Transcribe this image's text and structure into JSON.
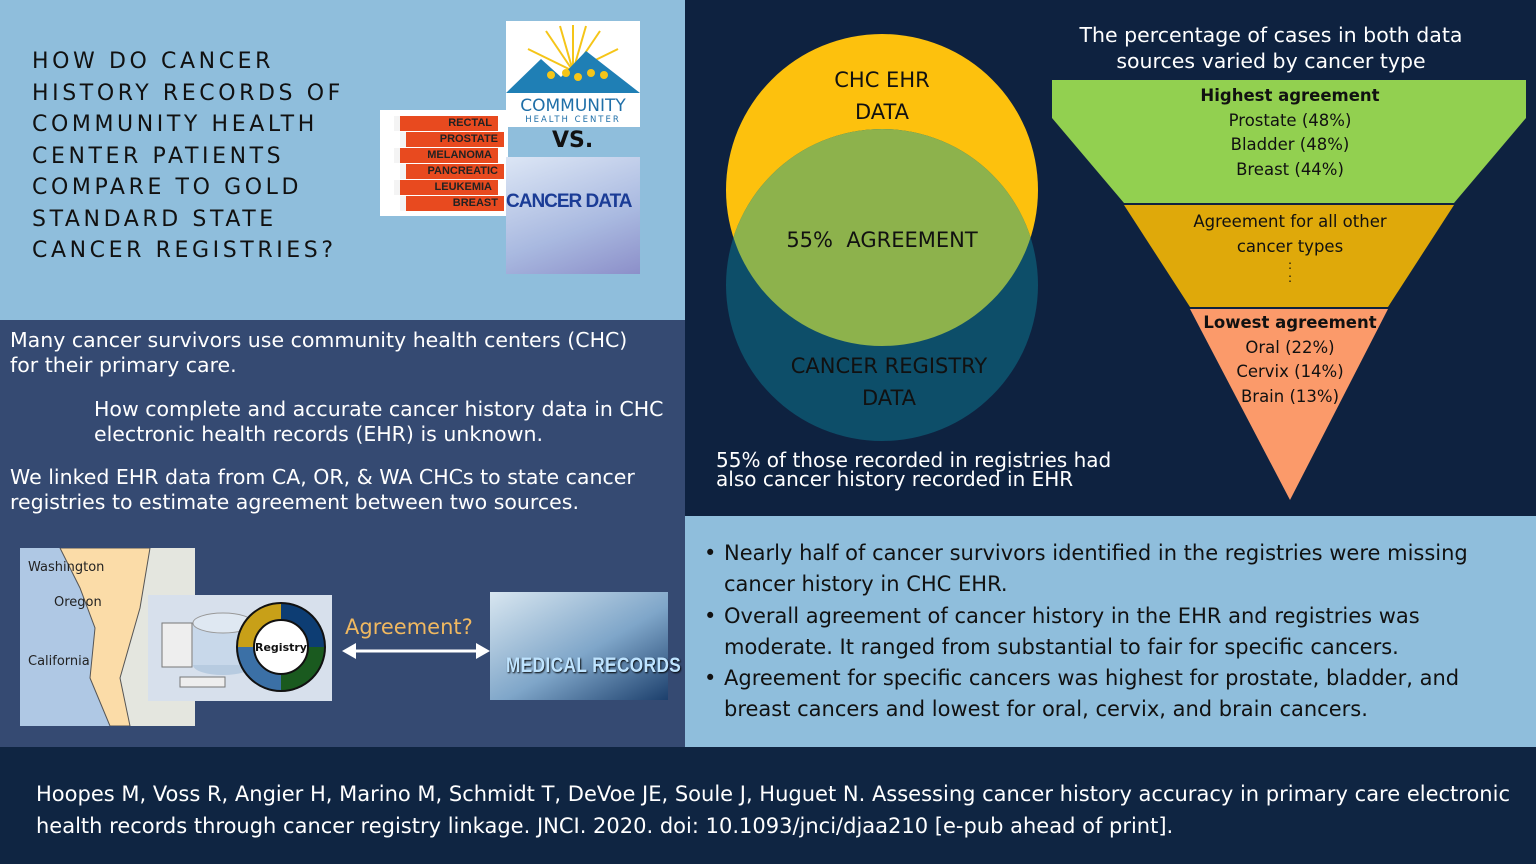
{
  "title": "How do cancer history records of community health center patients compare to gold standard state cancer registries?",
  "images": {
    "books": [
      "RECTAL",
      "PROSTATE",
      "MELANOMA",
      "PANCREATIC",
      "LEUKEMIA",
      "BREAST"
    ],
    "chc_logo": {
      "line1": "COMMUNITY",
      "line2": "HEALTH CENTER"
    },
    "vs": "VS.",
    "cancer_data": "CANCER DATA",
    "map_labels": [
      "Washington",
      "Oregon",
      "California"
    ],
    "registry": "Registry",
    "agreement": "Agreement?",
    "medical_records": "MEDICAL RECORDS"
  },
  "intro": {
    "p1": "Many cancer survivors use community health centers (CHC) for their primary care.",
    "p2": "How complete and accurate cancer history data in CHC electronic health records (EHR) is unknown.",
    "p3": "We linked EHR data from CA, OR, & WA CHCs to state cancer registries to estimate agreement between two sources."
  },
  "venn": {
    "top": "CHC EHR DATA",
    "bottom": "CANCER REGISTRY DATA",
    "overlap": "55%  AGREEMENT",
    "caption": "55% of those recorded in registries had also cancer history recorded in EHR",
    "colors": {
      "top": "#fdc10d",
      "bottom": "#0d4e69",
      "overlap": "#8db24c"
    }
  },
  "funnel": {
    "heading": "The percentage of cases in both data sources varied by cancer type",
    "high": {
      "title": "Highest agreement",
      "items": [
        "Prostate (48%)",
        "Bladder (48%)",
        "Breast (44%)"
      ],
      "color": "#92d050"
    },
    "mid": {
      "title": "Agreement for all other cancer types",
      "dots": ":\n:",
      "color": "#dfa90a"
    },
    "low": {
      "title": "Lowest agreement",
      "items": [
        "Oral (22%)",
        "Cervix (14%)",
        "Brain (13%)"
      ],
      "color": "#fb9a6a"
    }
  },
  "findings": [
    "Nearly half of cancer survivors identified in the registries were missing cancer history in CHC EHR.",
    "Overall agreement of cancer history in the EHR and registries was moderate. It ranged from substantial to fair for specific cancers.",
    "Agreement for specific cancers was highest for prostate, bladder, and breast cancers and lowest for oral, cervix, and brain cancers."
  ],
  "citation": "Hoopes M, Voss R, Angier H, Marino M, Schmidt T, DeVoe JE, Soule J, Huguet N. Assessing cancer history accuracy in primary care electronic health records through cancer registry linkage. JNCI. 2020. doi: 10.1093/jnci/djaa210 [e-pub ahead of print]."
}
